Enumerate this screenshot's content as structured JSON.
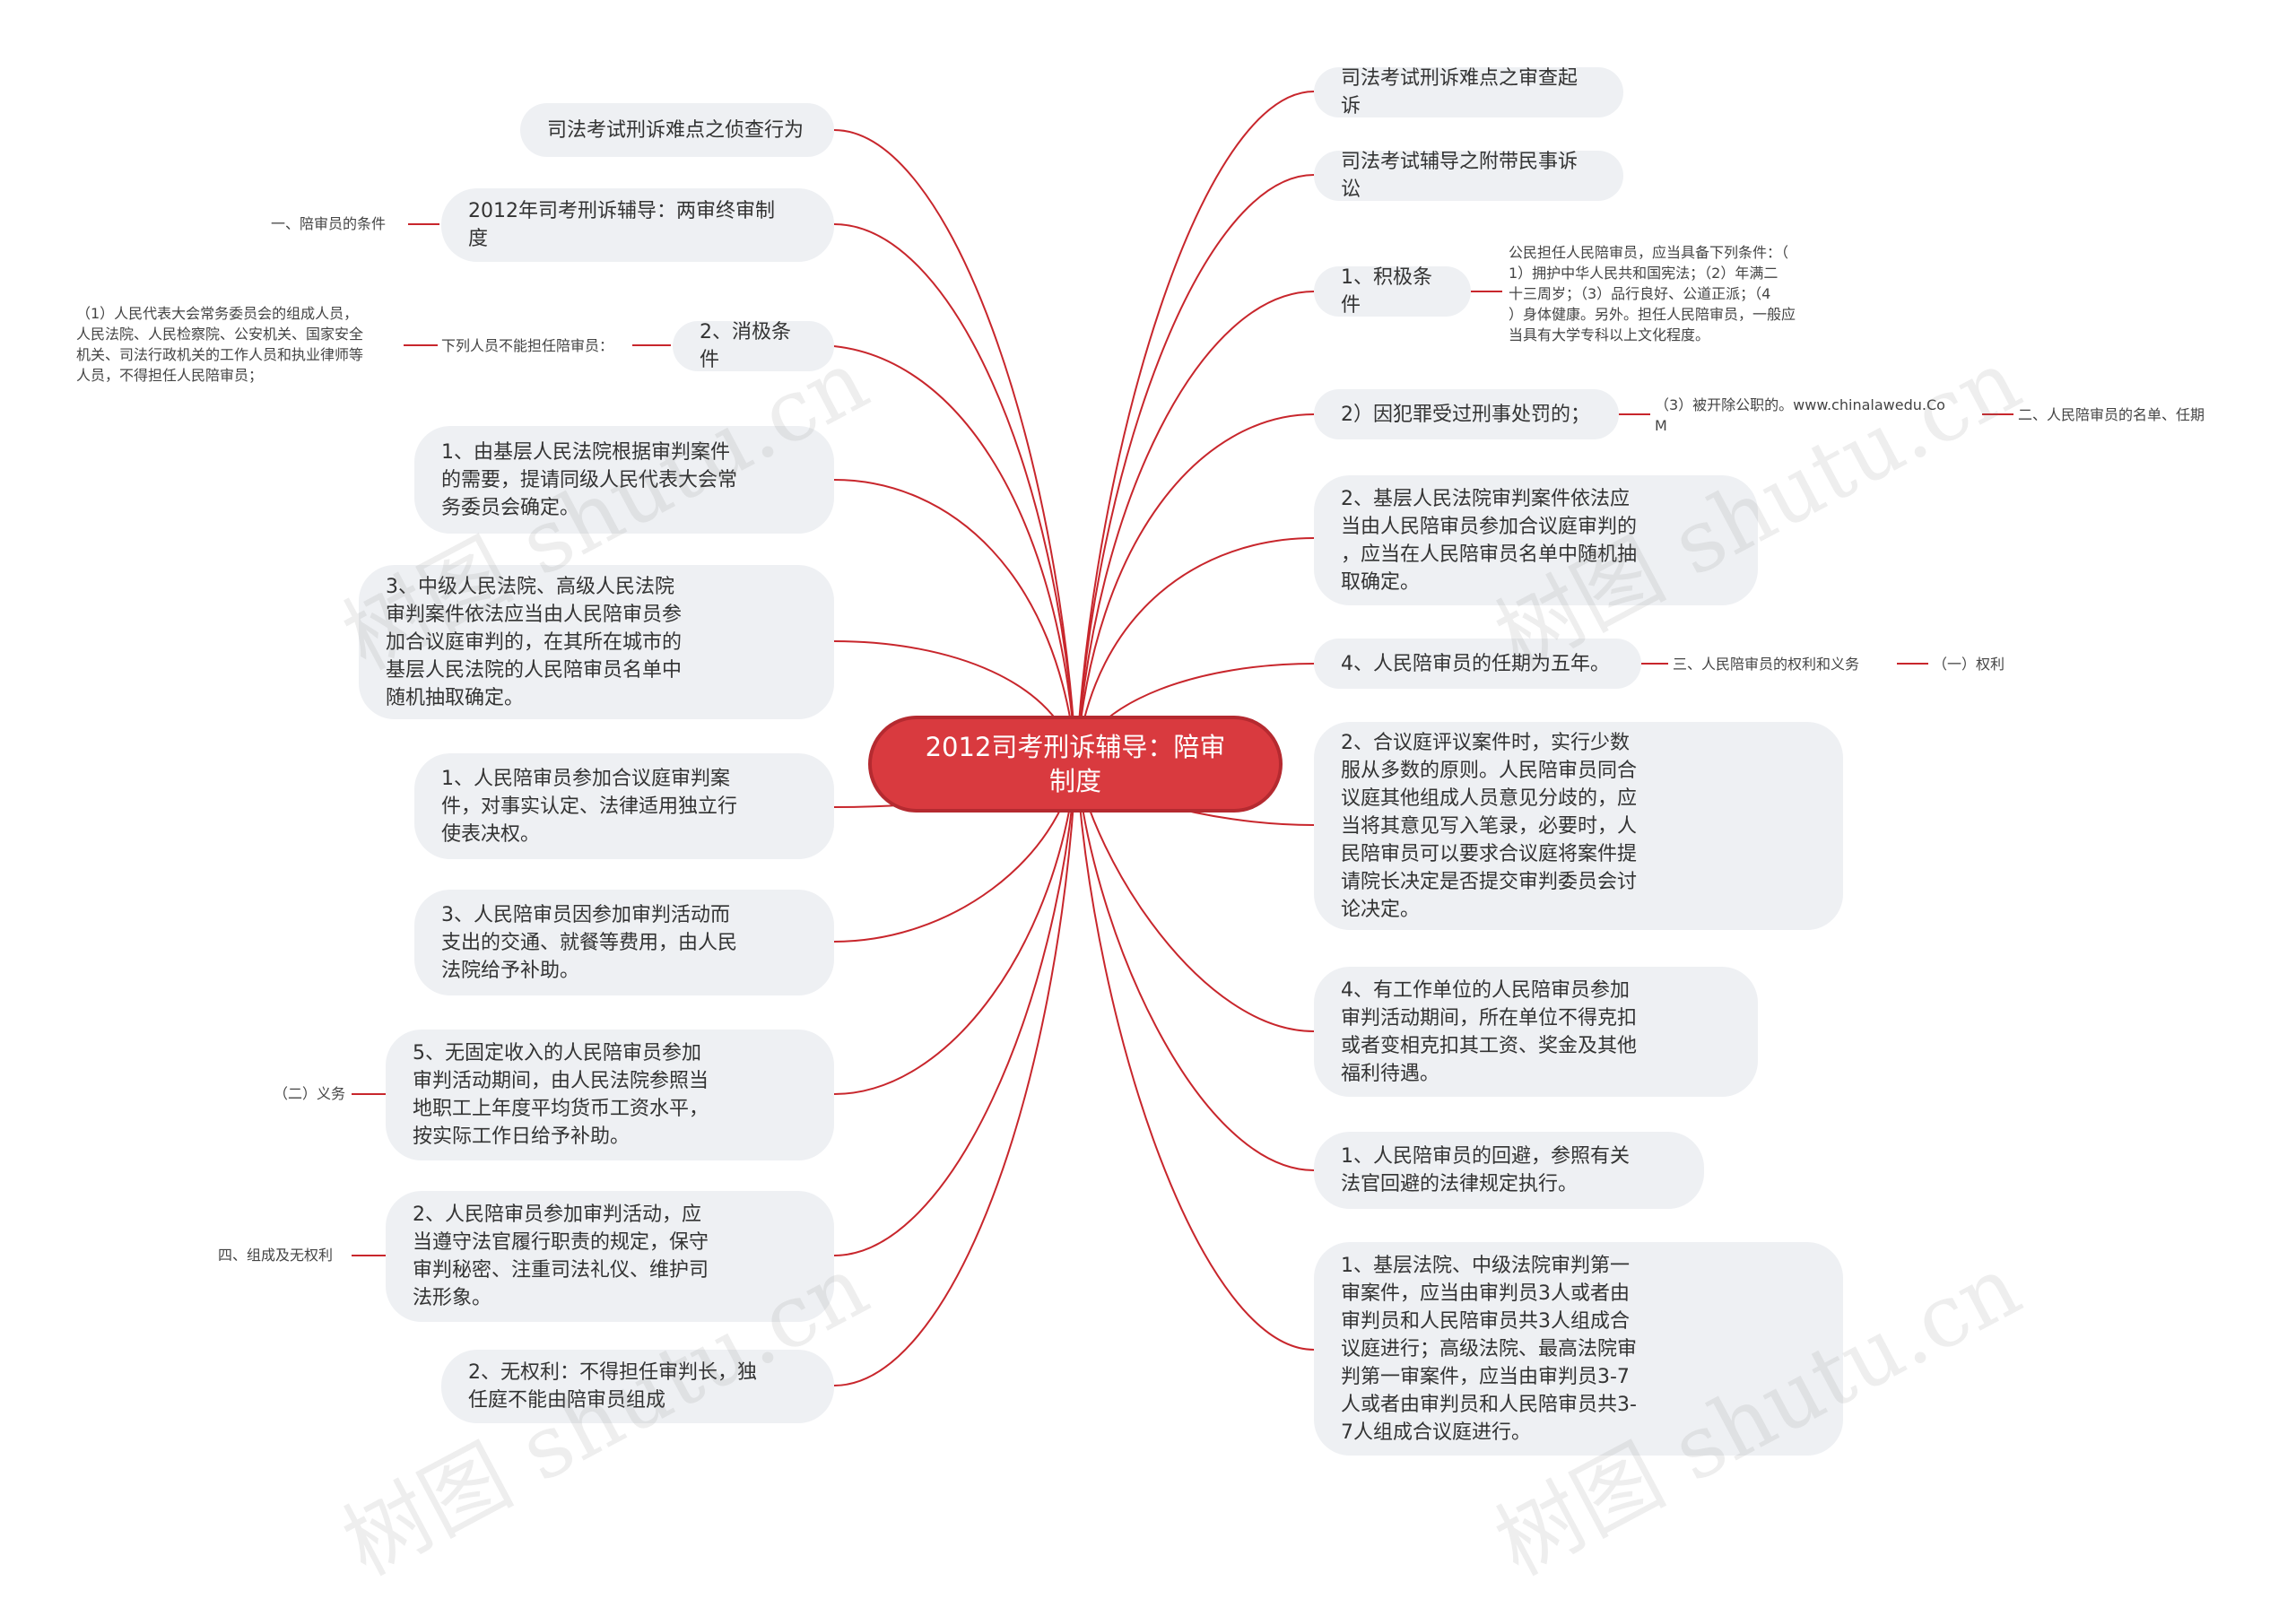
{
  "root": {
    "title": "2012司考刑诉辅导：陪审\n制度"
  },
  "watermark": "树图 shutu.cn",
  "colors": {
    "line": "#c8262c",
    "node_bg": "#eef0f3",
    "root_bg": "#d93a3f"
  },
  "left": {
    "n1": "司法考试刑诉难点之侦查行为",
    "n2": "2012年司考刑诉辅导：两审终审制\n度",
    "n2_leaf": "一、陪审员的条件",
    "n3": "2、消极条件",
    "n3_leaf1": "下列人员不能担任陪审员：",
    "n3_leaf2": "（1）人民代表大会常务委员会的组成人员，\n人民法院、人民检察院、公安机关、国家安全\n机关、司法行政机关的工作人员和执业律师等\n人员，不得担任人民陪审员；",
    "n4": "1、由基层人民法院根据审判案件\n的需要，提请同级人民代表大会常\n务委员会确定。",
    "n5": "3、中级人民法院、高级人民法院\n审判案件依法应当由人民陪审员参\n加合议庭审判的，在其所在城市的\n基层人民法院的人民陪审员名单中\n随机抽取确定。",
    "n6": "1、人民陪审员参加合议庭审判案\n件，对事实认定、法律适用独立行\n使表决权。",
    "n7": "3、人民陪审员因参加审判活动而\n支出的交通、就餐等费用，由人民\n法院给予补助。",
    "n8": "5、无固定收入的人民陪审员参加\n审判活动期间，由人民法院参照当\n地职工上年度平均货币工资水平，\n按实际工作日给予补助。",
    "n8_leaf": "（二）义务",
    "n9": "2、人民陪审员参加审判活动，应\n当遵守法官履行职责的规定，保守\n审判秘密、注重司法礼仪、维护司\n法形象。",
    "n9_leaf": "四、组成及无权利",
    "n10": "2、无权利：不得担任审判长，独\n任庭不能由陪审员组成"
  },
  "right": {
    "n1": "司法考试刑诉难点之审查起诉",
    "n2": "司法考试辅导之附带民事诉讼",
    "n3": "1、积极条件",
    "n3_leaf": "公民担任人民陪审员，应当具备下列条件：（\n1）拥护中华人民共和国宪法；（2）年满二\n十三周岁；（3）品行良好、公道正派；（4\n）身体健康。另外。担任人民陪审员，一般应\n当具有大学专科以上文化程度。",
    "n4": "2）因犯罪受过刑事处罚的；",
    "n4_leaf1": "（3）被开除公职的。www.chinalawedu.Co\nM",
    "n4_leaf2": "二、人民陪审员的名单、任期",
    "n5": "2、基层人民法院审判案件依法应\n当由人民陪审员参加合议庭审判的\n，应当在人民陪审员名单中随机抽\n取确定。",
    "n6": "4、人民陪审员的任期为五年。",
    "n6_leaf1": "三、人民陪审员的权利和义务",
    "n6_leaf2": "（一）权利",
    "n7": "2、合议庭评议案件时，实行少数\n服从多数的原则。人民陪审员同合\n议庭其他组成人员意见分歧的，应\n当将其意见写入笔录，必要时，人\n民陪审员可以要求合议庭将案件提\n请院长决定是否提交审判委员会讨\n论决定。",
    "n8": "4、有工作单位的人民陪审员参加\n审判活动期间，所在单位不得克扣\n或者变相克扣其工资、奖金及其他\n福利待遇。",
    "n9": "1、人民陪审员的回避，参照有关\n法官回避的法律规定执行。",
    "n10": "1、基层法院、中级法院审判第一\n审案件，应当由审判员3人或者由\n审判员和人民陪审员共3人组成合\n议庭进行；高级法院、最高法院审\n判第一审案件，应当由审判员3-7\n人或者由审判员和人民陪审员共3-\n7人组成合议庭进行。"
  }
}
